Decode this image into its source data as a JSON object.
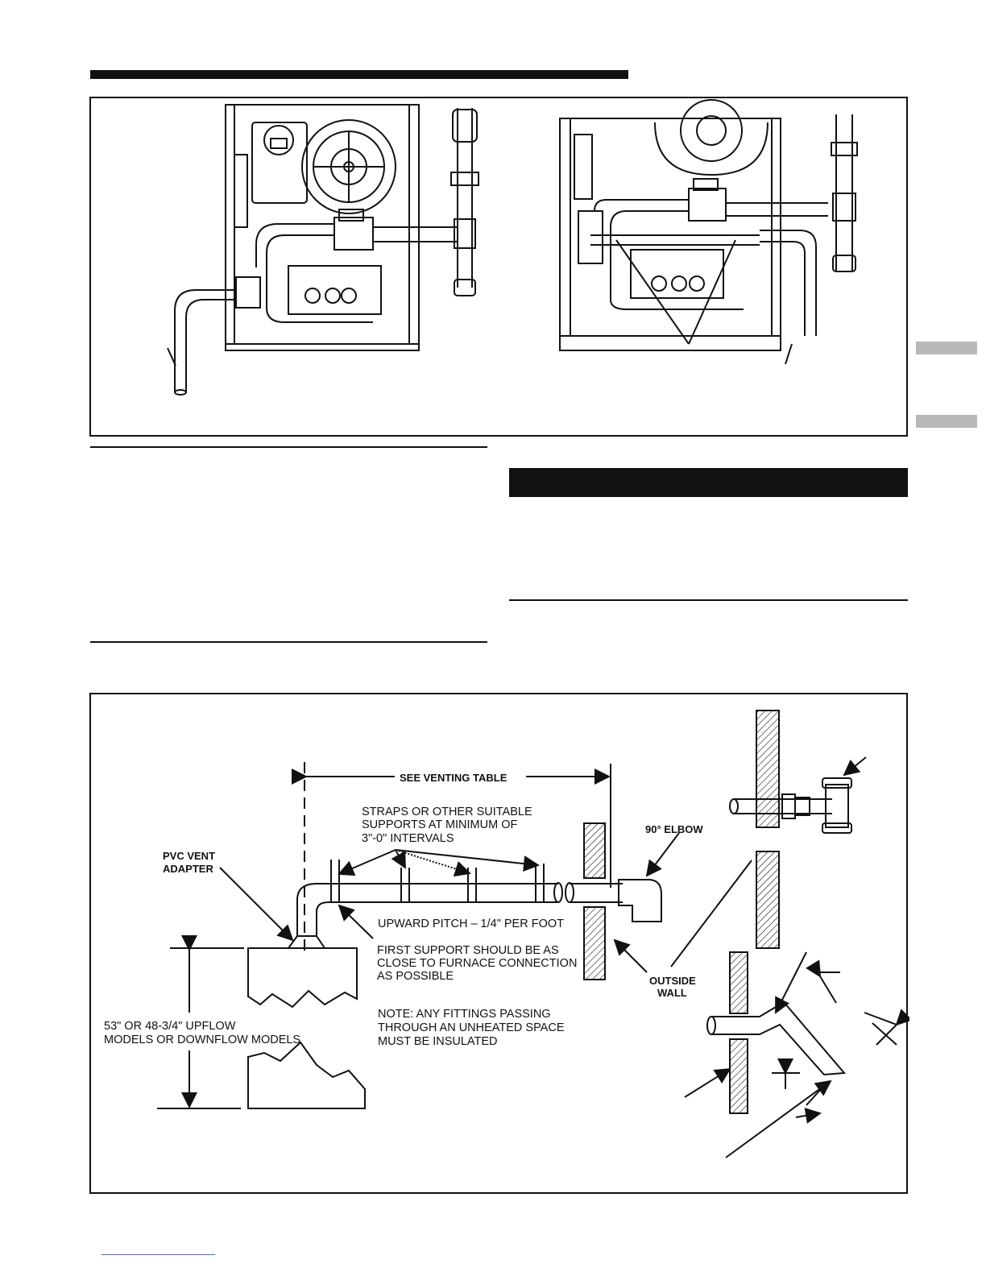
{
  "venting_diagram": {
    "see_venting_table": "SEE VENTING TABLE",
    "straps_note": [
      "STRAPS OR OTHER SUITABLE",
      "SUPPORTS AT MINIMUM OF",
      "3\"-0\" INTERVALS"
    ],
    "pvc_vent_adapter": [
      "PVC VENT",
      "ADAPTER"
    ],
    "upward_pitch": "UPWARD PITCH – 1/4\" PER FOOT",
    "first_support": [
      "FIRST SUPPORT SHOULD BE AS",
      "CLOSE TO FURNACE CONNECTION",
      "AS POSSIBLE"
    ],
    "elbow_90": "90° ELBOW",
    "outside_wall": [
      "OUTSIDE",
      "WALL"
    ],
    "height_note": [
      "53\" OR 48-3/4\" UPFLOW",
      "MODELS OR DOWNFLOW MODELS"
    ],
    "insulation_note": [
      "NOTE: ANY FITTINGS PASSING",
      "THROUGH AN UNHEATED SPACE",
      "MUST BE INSULATED"
    ]
  }
}
